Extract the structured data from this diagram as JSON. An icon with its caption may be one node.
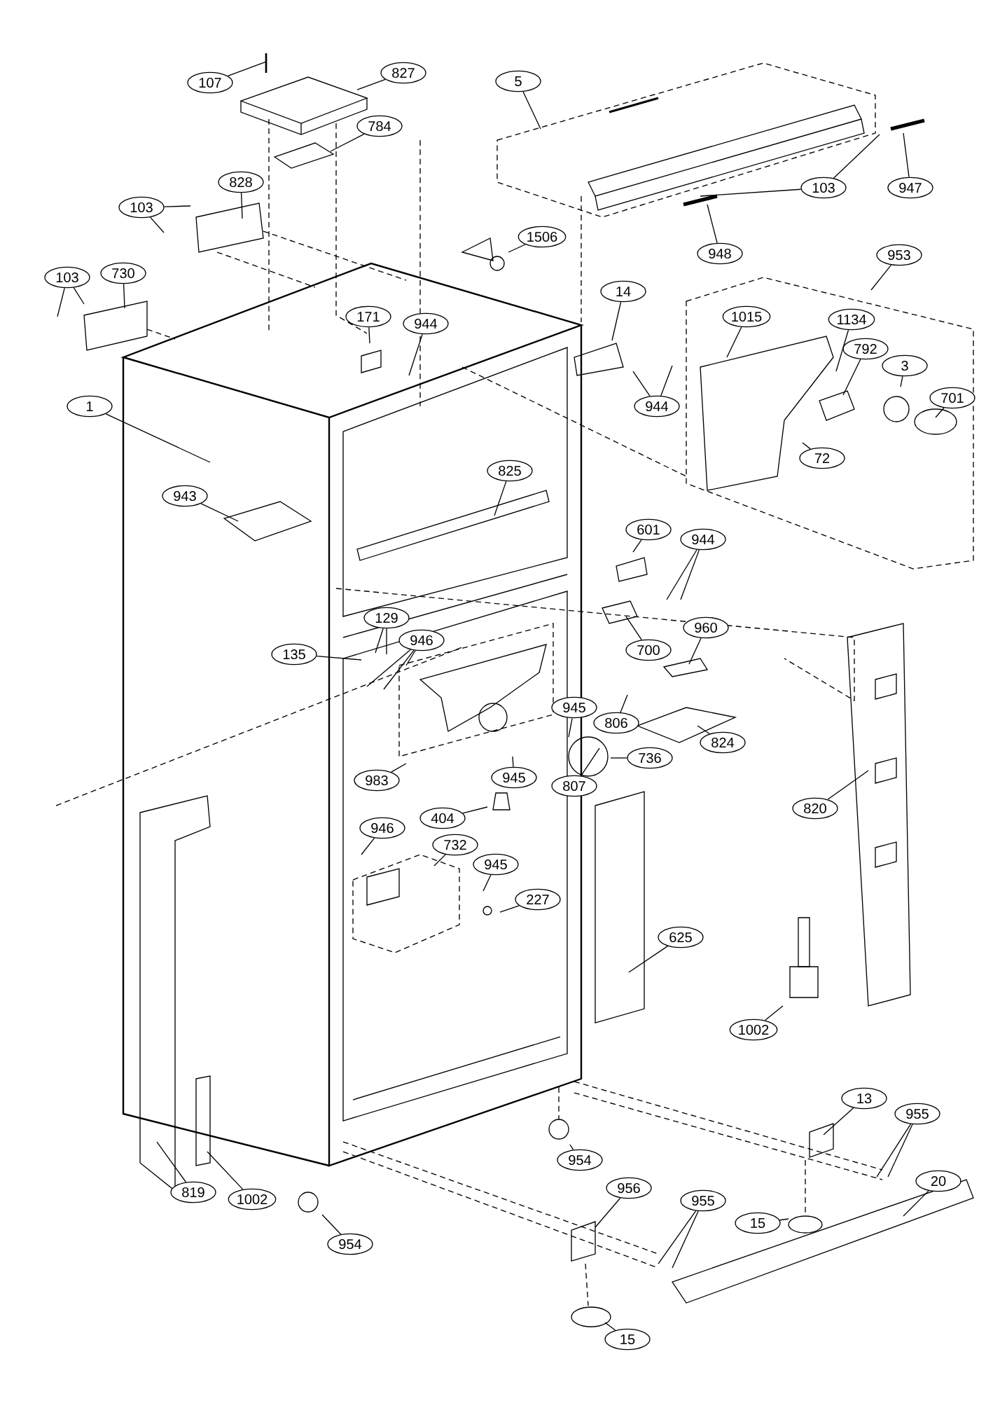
{
  "diagram": {
    "nodes": [
      {
        "text": [
          "107"
        ]
      },
      {
        "text": [
          "827"
        ]
      },
      {
        "text": [
          "5"
        ]
      },
      {
        "text": [
          "784"
        ]
      },
      {
        "text": [
          "828"
        ]
      },
      {
        "text": [
          "103"
        ]
      },
      {
        "text": [
          "730"
        ]
      },
      {
        "text": [
          "103"
        ]
      },
      {
        "text": [
          "1506"
        ]
      },
      {
        "text": [
          "948"
        ]
      },
      {
        "text": [
          "103"
        ]
      },
      {
        "text": [
          "947"
        ]
      },
      {
        "text": [
          "953"
        ]
      },
      {
        "text": [
          "14"
        ]
      },
      {
        "text": [
          "171"
        ]
      },
      {
        "text": [
          "944"
        ]
      },
      {
        "text": [
          "1015"
        ]
      },
      {
        "text": [
          "1134"
        ]
      },
      {
        "text": [
          "792"
        ]
      },
      {
        "text": [
          "3"
        ]
      },
      {
        "text": [
          "701"
        ]
      },
      {
        "text": [
          "1"
        ]
      },
      {
        "text": [
          "944"
        ]
      },
      {
        "text": [
          "72"
        ]
      },
      {
        "text": [
          "825"
        ]
      },
      {
        "text": [
          "943"
        ]
      },
      {
        "text": [
          "601"
        ]
      },
      {
        "text": [
          "944"
        ]
      },
      {
        "text": [
          "129"
        ]
      },
      {
        "text": [
          "946"
        ]
      },
      {
        "text": [
          "135"
        ]
      },
      {
        "text": [
          "700"
        ]
      },
      {
        "text": [
          "960"
        ]
      },
      {
        "text": [
          "945"
        ]
      },
      {
        "text": [
          "806"
        ]
      },
      {
        "text": [
          "824"
        ]
      },
      {
        "text": [
          "736"
        ]
      },
      {
        "text": [
          "983"
        ]
      },
      {
        "text": [
          "945"
        ]
      },
      {
        "text": [
          "807"
        ]
      },
      {
        "text": [
          "404"
        ]
      },
      {
        "text": [
          "946"
        ]
      },
      {
        "text": [
          "732"
        ]
      },
      {
        "text": [
          "945"
        ]
      },
      {
        "text": [
          "227"
        ]
      },
      {
        "text": [
          "820"
        ]
      },
      {
        "text": [
          "625"
        ]
      },
      {
        "text": [
          "1002"
        ]
      },
      {
        "text": [
          "13"
        ]
      },
      {
        "text": [
          "955"
        ]
      },
      {
        "text": [
          "954"
        ]
      },
      {
        "text": [
          "819"
        ]
      },
      {
        "text": [
          "1002"
        ]
      },
      {
        "text": [
          "20"
        ]
      },
      {
        "text": [
          "956"
        ]
      },
      {
        "text": [
          "955"
        ]
      },
      {
        "text": [
          "15"
        ]
      },
      {
        "text": [
          "954"
        ]
      },
      {
        "text": [
          "15"
        ]
      }
    ],
    "edges": [
      {
        "from": 0,
        "to": null,
        "arrow": "none"
      },
      {
        "from": 1,
        "to": null,
        "arrow": "none"
      },
      {
        "from": 2,
        "to": null,
        "arrow": "none"
      },
      {
        "from": 3,
        "to": null,
        "arrow": "none"
      },
      {
        "from": 4,
        "to": null,
        "arrow": "none"
      },
      {
        "from": 5,
        "to": null,
        "arrow": "none"
      },
      {
        "from": 5,
        "to": null,
        "arrow": "none"
      },
      {
        "from": 6,
        "to": null,
        "arrow": "none"
      },
      {
        "from": 7,
        "to": null,
        "arrow": "none"
      },
      {
        "from": 7,
        "to": null,
        "arrow": "none"
      },
      {
        "from": 8,
        "to": null,
        "arrow": "none"
      },
      {
        "from": 9,
        "to": null,
        "arrow": "none"
      },
      {
        "from": 10,
        "to": null,
        "arrow": "none"
      },
      {
        "from": 10,
        "to": null,
        "arrow": "none"
      },
      {
        "from": 11,
        "to": null,
        "arrow": "none"
      },
      {
        "from": 12,
        "to": null,
        "arrow": "none"
      },
      {
        "from": 13,
        "to": null,
        "arrow": "none"
      },
      {
        "from": 14,
        "to": null,
        "arrow": "none"
      },
      {
        "from": 15,
        "to": null,
        "arrow": "none"
      },
      {
        "from": 16,
        "to": null,
        "arrow": "none"
      },
      {
        "from": 17,
        "to": null,
        "arrow": "none"
      },
      {
        "from": 18,
        "to": null,
        "arrow": "none"
      },
      {
        "from": 19,
        "to": null,
        "arrow": "none"
      },
      {
        "from": 20,
        "to": null,
        "arrow": "none"
      },
      {
        "from": 21,
        "to": null,
        "arrow": "none"
      },
      {
        "from": 22,
        "to": null,
        "arrow": "none"
      },
      {
        "from": 22,
        "to": null,
        "arrow": "none"
      },
      {
        "from": 23,
        "to": null,
        "arrow": "none"
      },
      {
        "from": 24,
        "to": null,
        "arrow": "none"
      },
      {
        "from": 25,
        "to": null,
        "arrow": "none"
      },
      {
        "from": 26,
        "to": null,
        "arrow": "none"
      },
      {
        "from": 27,
        "to": null,
        "arrow": "none"
      },
      {
        "from": 27,
        "to": null,
        "arrow": "none"
      },
      {
        "from": 28,
        "to": null,
        "arrow": "none"
      },
      {
        "from": 28,
        "to": null,
        "arrow": "none"
      },
      {
        "from": 29,
        "to": null,
        "arrow": "none"
      },
      {
        "from": 29,
        "to": null,
        "arrow": "none"
      },
      {
        "from": 29,
        "to": null,
        "arrow": "none"
      },
      {
        "from": 30,
        "to": null,
        "arrow": "none"
      },
      {
        "from": 31,
        "to": null,
        "arrow": "none"
      },
      {
        "from": 32,
        "to": null,
        "arrow": "none"
      },
      {
        "from": 33,
        "to": null,
        "arrow": "none"
      },
      {
        "from": 34,
        "to": null,
        "arrow": "none"
      },
      {
        "from": 35,
        "to": null,
        "arrow": "none"
      },
      {
        "from": 36,
        "to": null,
        "arrow": "none"
      },
      {
        "from": 37,
        "to": null,
        "arrow": "none"
      },
      {
        "from": 38,
        "to": null,
        "arrow": "none"
      },
      {
        "from": 39,
        "to": null,
        "arrow": "none"
      },
      {
        "from": 40,
        "to": null,
        "arrow": "none"
      },
      {
        "from": 41,
        "to": null,
        "arrow": "none"
      },
      {
        "from": 42,
        "to": null,
        "arrow": "none"
      },
      {
        "from": 43,
        "to": null,
        "arrow": "none"
      },
      {
        "from": 44,
        "to": null,
        "arrow": "none"
      },
      {
        "from": 45,
        "to": null,
        "arrow": "none"
      },
      {
        "from": 46,
        "to": null,
        "arrow": "none"
      },
      {
        "from": 47,
        "to": null,
        "arrow": "none"
      },
      {
        "from": 48,
        "to": null,
        "arrow": "none"
      },
      {
        "from": 49,
        "to": null,
        "arrow": "none"
      },
      {
        "from": 49,
        "to": null,
        "arrow": "none"
      },
      {
        "from": 50,
        "to": null,
        "arrow": "none"
      },
      {
        "from": 51,
        "to": null,
        "arrow": "none"
      },
      {
        "from": 52,
        "to": null,
        "arrow": "none"
      },
      {
        "from": 53,
        "to": null,
        "arrow": "none"
      },
      {
        "from": 54,
        "to": null,
        "arrow": "none"
      },
      {
        "from": 55,
        "to": null,
        "arrow": "none"
      },
      {
        "from": 55,
        "to": null,
        "arrow": "none"
      },
      {
        "from": 56,
        "to": null,
        "arrow": "none"
      },
      {
        "from": 57,
        "to": null,
        "arrow": "none"
      },
      {
        "from": 58,
        "to": null,
        "arrow": "none"
      }
    ]
  }
}
